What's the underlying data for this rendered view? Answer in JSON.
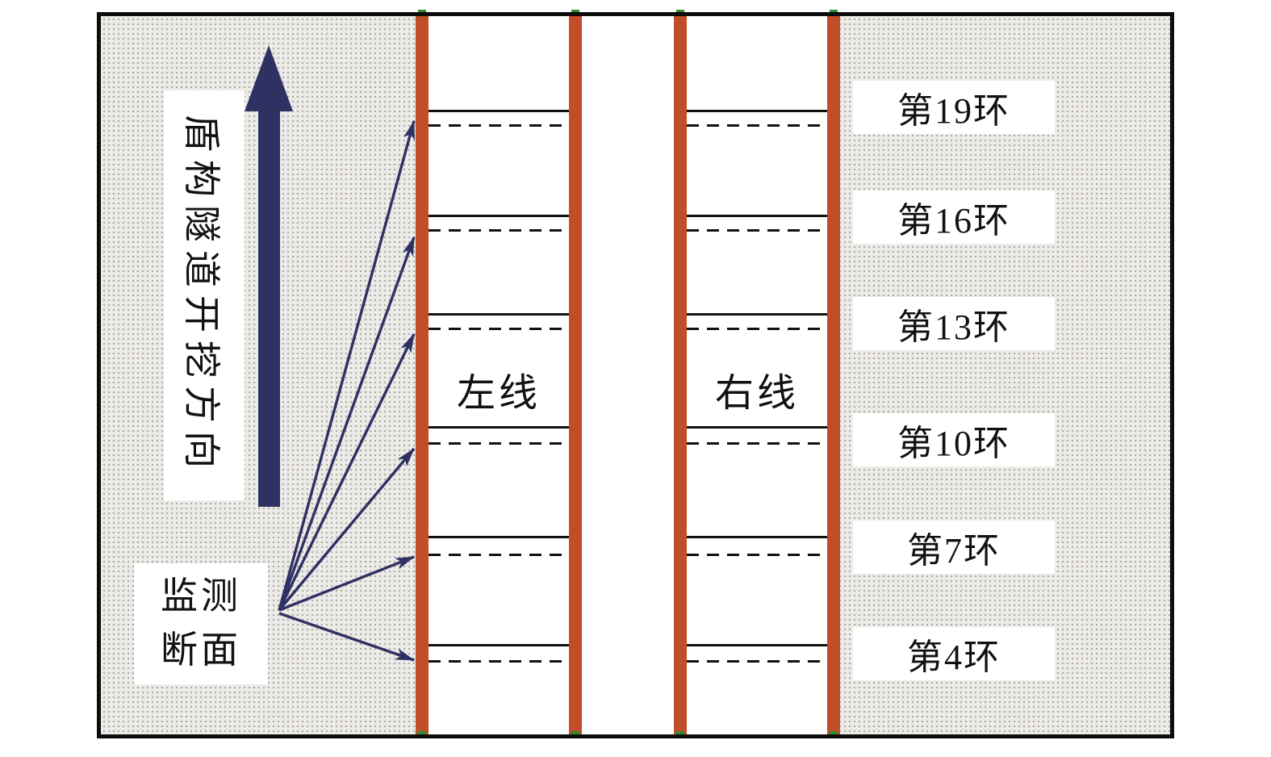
{
  "diagram": {
    "direction_label": "盾构隧道开挖方向",
    "monitor_lines": [
      "监测",
      "断面"
    ],
    "left_tunnel_label": "左线",
    "right_tunnel_label": "右线",
    "rings": [
      {
        "label": "第19环"
      },
      {
        "label": "第16环"
      },
      {
        "label": "第13环"
      },
      {
        "label": "第10环"
      },
      {
        "label": "第7环"
      },
      {
        "label": "第4环"
      }
    ],
    "colors": {
      "tunnel_wall": "#c14e28",
      "arrow": "#2f3163",
      "line": "#111111",
      "soil_background": "#edebe8",
      "soil_dot": "#aeaaa4",
      "wall_end_mark": "#2e8b2e"
    }
  }
}
